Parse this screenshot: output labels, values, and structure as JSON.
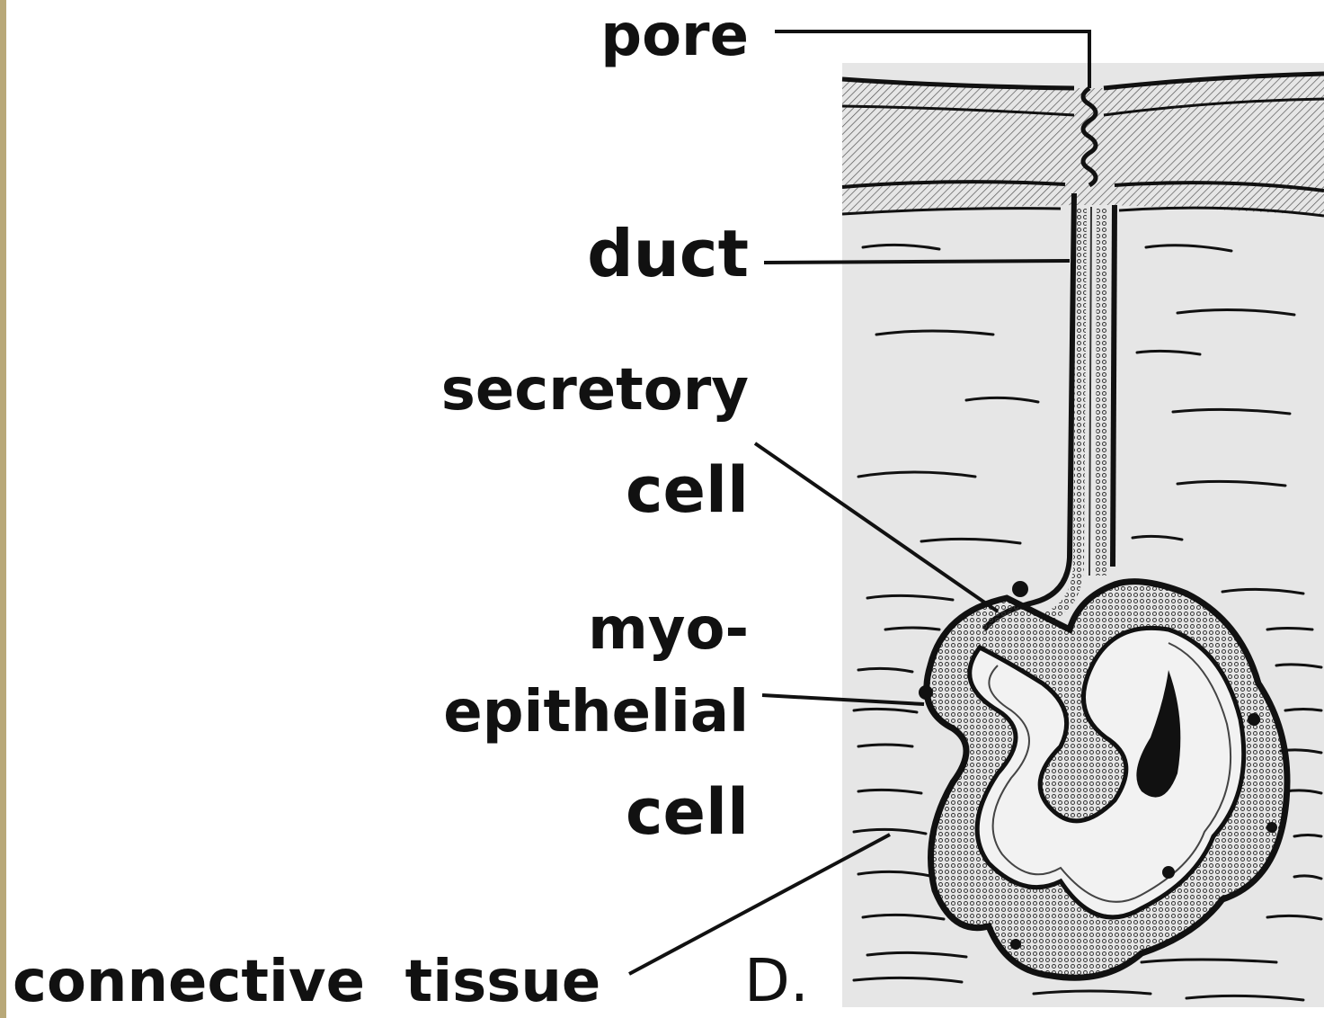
{
  "labels": {
    "pore": "pore",
    "duct": "duct",
    "secretory_line1": "secretory",
    "secretory_line2": "cell",
    "myo_line1": "myo-",
    "myo_line2": "epithelial",
    "myo_line3": "cell",
    "connective_tissue": "connective  tissue",
    "panel": "D."
  },
  "colors": {
    "ink": "#111111",
    "tissue_background": "#e6e6e6",
    "frame_bar": "#b8a878"
  }
}
